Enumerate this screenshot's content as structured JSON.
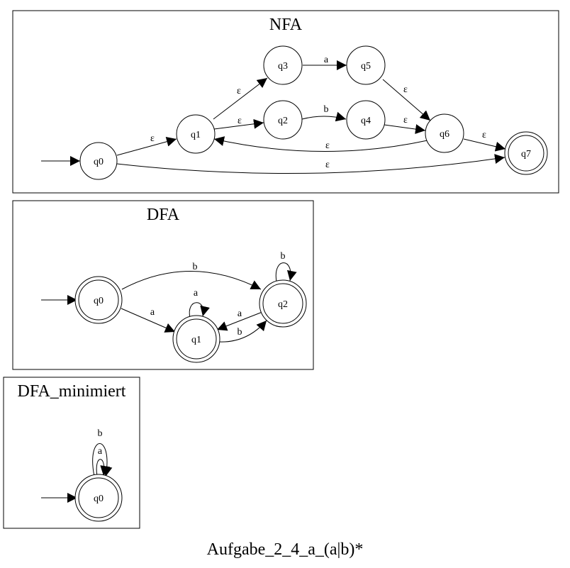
{
  "graph_title": "Aufgabe_2_4_a_(a|b)*",
  "clusters": [
    {
      "id": "nfa",
      "title": "NFA",
      "states": [
        {
          "id": "q0",
          "label": "q0",
          "accepting": false,
          "start": true
        },
        {
          "id": "q1",
          "label": "q1",
          "accepting": false
        },
        {
          "id": "q2",
          "label": "q2",
          "accepting": false
        },
        {
          "id": "q3",
          "label": "q3",
          "accepting": false
        },
        {
          "id": "q4",
          "label": "q4",
          "accepting": false
        },
        {
          "id": "q5",
          "label": "q5",
          "accepting": false
        },
        {
          "id": "q6",
          "label": "q6",
          "accepting": false
        },
        {
          "id": "q7",
          "label": "q7",
          "accepting": true
        }
      ],
      "transitions": [
        {
          "from": "q0",
          "to": "q1",
          "label": "ε"
        },
        {
          "from": "q1",
          "to": "q3",
          "label": "ε"
        },
        {
          "from": "q1",
          "to": "q2",
          "label": "ε"
        },
        {
          "from": "q3",
          "to": "q5",
          "label": "a"
        },
        {
          "from": "q2",
          "to": "q4",
          "label": "b"
        },
        {
          "from": "q5",
          "to": "q6",
          "label": "ε"
        },
        {
          "from": "q4",
          "to": "q6",
          "label": "ε"
        },
        {
          "from": "q6",
          "to": "q1",
          "label": "ε"
        },
        {
          "from": "q6",
          "to": "q7",
          "label": "ε"
        },
        {
          "from": "q0",
          "to": "q7",
          "label": "ε"
        }
      ]
    },
    {
      "id": "dfa",
      "title": "DFA",
      "states": [
        {
          "id": "q0",
          "label": "q0",
          "accepting": true,
          "start": true
        },
        {
          "id": "q1",
          "label": "q1",
          "accepting": true
        },
        {
          "id": "q2",
          "label": "q2",
          "accepting": true
        }
      ],
      "transitions": [
        {
          "from": "q0",
          "to": "q2",
          "label": "b"
        },
        {
          "from": "q0",
          "to": "q1",
          "label": "a"
        },
        {
          "from": "q1",
          "to": "q1",
          "label": "a"
        },
        {
          "from": "q2",
          "to": "q1",
          "label": "a"
        },
        {
          "from": "q1",
          "to": "q2",
          "label": "b"
        },
        {
          "from": "q2",
          "to": "q2",
          "label": "b"
        }
      ]
    },
    {
      "id": "dfa_min",
      "title": "DFA_minimiert",
      "states": [
        {
          "id": "q0",
          "label": "q0",
          "accepting": true,
          "start": true
        }
      ],
      "transitions": [
        {
          "from": "q0",
          "to": "q0",
          "label": "a"
        },
        {
          "from": "q0",
          "to": "q0",
          "label": "b"
        }
      ]
    }
  ]
}
